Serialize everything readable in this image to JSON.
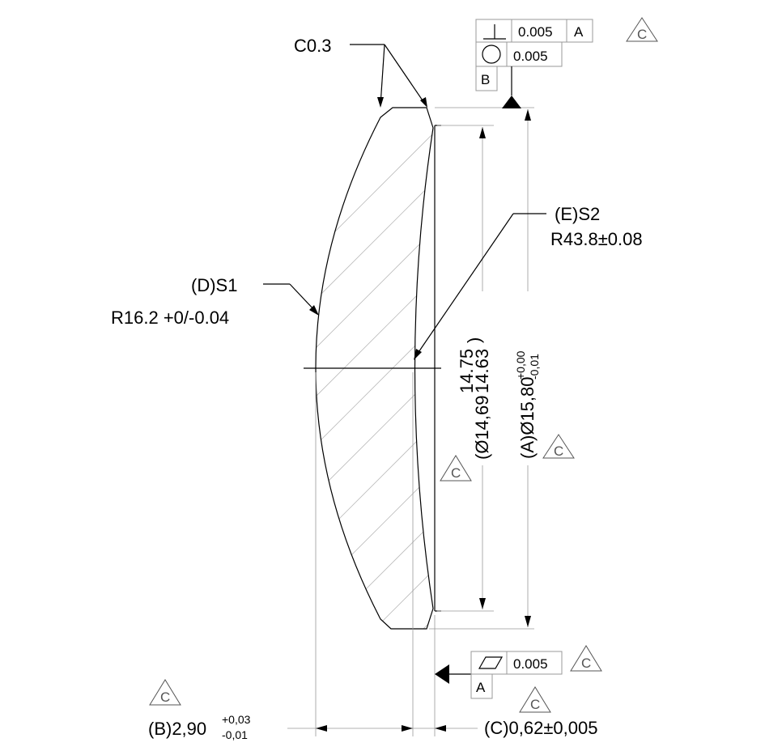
{
  "chamfer": "C0.3",
  "fcf_top": {
    "perpendicularity_tol": "0.005",
    "perp_datum": "A",
    "circularity_tol": "0.005",
    "datum_label": "B"
  },
  "special_mark": "C",
  "surface_s2": {
    "name": "(E)S2",
    "radius": "R43.8±0.08"
  },
  "surface_s1": {
    "name": "(D)S1",
    "radius": "R16.2 +0/-0.04"
  },
  "clear_aperture": {
    "main": "(Ø14,69",
    "upper": "14.75",
    "lower": "14.63",
    "close": ")"
  },
  "outer_diameter": {
    "main": "(A)Ø15,80",
    "upper": "+0,00",
    "lower": "-0,01"
  },
  "fcf_bottom": {
    "flatness_tol": "0.005",
    "datum_label": "A"
  },
  "thickness": {
    "main": "(B)2,90",
    "upper": "+0,03",
    "lower": "-0,01"
  },
  "edge_thickness": "(C)0,62±0,005"
}
